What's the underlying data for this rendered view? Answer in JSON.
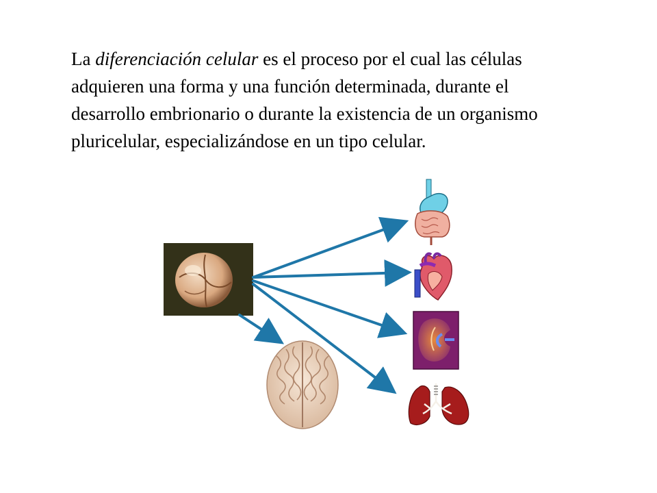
{
  "paragraph": {
    "prefix": "La ",
    "term": "diferenciación celular",
    "line1_rest": " es el proceso por el cual las células",
    "line2": "adquieren una forma y una función determinada, durante el",
    "line3": "desarrollo embrionario o durante la existencia de un organismo",
    "line4": "pluricelular, especializándose en un tipo celular."
  },
  "colors": {
    "arrow": "#1f77a8",
    "embryo_bg": "#3d3a1f",
    "organ_red": "#a61c1c",
    "kidney_purple": "#7d1f6b",
    "stomach_cyan": "#6fd0e6"
  },
  "icons": [
    "embryo-image",
    "digestive-system-icon",
    "heart-icon",
    "kidney-icon",
    "lungs-icon",
    "brain-icon"
  ]
}
